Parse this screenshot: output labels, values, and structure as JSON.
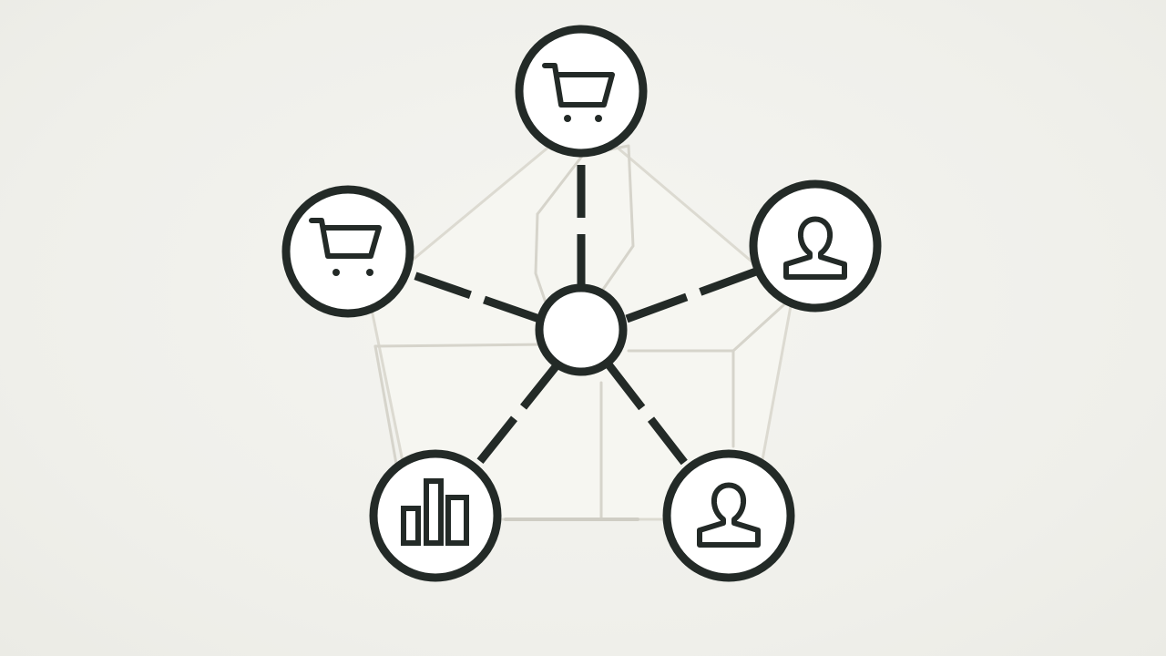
{
  "diagram": {
    "colors": {
      "background": "#f1f1ec",
      "stroke": "#232a27",
      "node_fill": "#ffffff",
      "backdrop_line": "#d9d7cf",
      "backdrop_fill": "#f7f7f2"
    },
    "hub": {
      "label": "",
      "icon": "none"
    },
    "nodes": [
      {
        "id": "top",
        "icon": "shopping-cart-icon"
      },
      {
        "id": "upper-left",
        "icon": "shopping-cart-icon"
      },
      {
        "id": "upper-right",
        "icon": "user-icon"
      },
      {
        "id": "lower-left",
        "icon": "bar-chart-icon"
      },
      {
        "id": "lower-right",
        "icon": "user-icon"
      }
    ],
    "connections": [
      {
        "from": "hub",
        "to": "top",
        "style": "dashed"
      },
      {
        "from": "hub",
        "to": "upper-left",
        "style": "dashed"
      },
      {
        "from": "hub",
        "to": "upper-right",
        "style": "dashed"
      },
      {
        "from": "hub",
        "to": "lower-left",
        "style": "dashed"
      },
      {
        "from": "hub",
        "to": "lower-right",
        "style": "dashed"
      }
    ]
  }
}
